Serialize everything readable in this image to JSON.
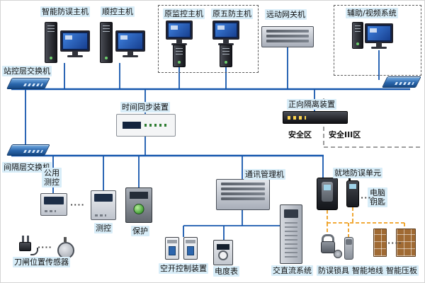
{
  "nodes": {
    "smart_antierror_host": "智能防误主机",
    "sequence_control_host": "顺控主机",
    "original_monitor_host": "原监控主机",
    "original_wufang_host": "原五防主机",
    "telecontrol_gateway": "远动网关机",
    "aux_video_system": "辅助/视频系统",
    "station_layer_switch": "站控层交换机",
    "time_sync_device": "时间同步装置",
    "forward_isolation_device": "正向隔离装置",
    "security_zone": "安全区",
    "security_zone_iii": "安全III区",
    "bay_layer_switch": "间隔层交换机",
    "common_measure_control": "公用测控",
    "measure_control": "测控",
    "protection": "保护",
    "comm_manager": "通讯管理机",
    "local_antierror_unit": "就地防误单元",
    "computer_key": "电脑钥匙",
    "knife_position_sensor": "刀闸位置传感器",
    "air_switch_control": "空开控制装置",
    "energy_meter": "电度表",
    "ac_dc_system": "交直流系统",
    "antierror_lock": "防误锁具",
    "smart_ground_wire": "智能地线",
    "smart_pressure_plate": "智能压板"
  },
  "decoration": {
    "dots": "····"
  },
  "colors": {
    "bus_blue": "#1456ad",
    "local_bus_orange": "#ef9f1f",
    "switch_blue": "#2a66ac",
    "label_bg": "#d8edf8",
    "zone_dash": "#666666"
  }
}
